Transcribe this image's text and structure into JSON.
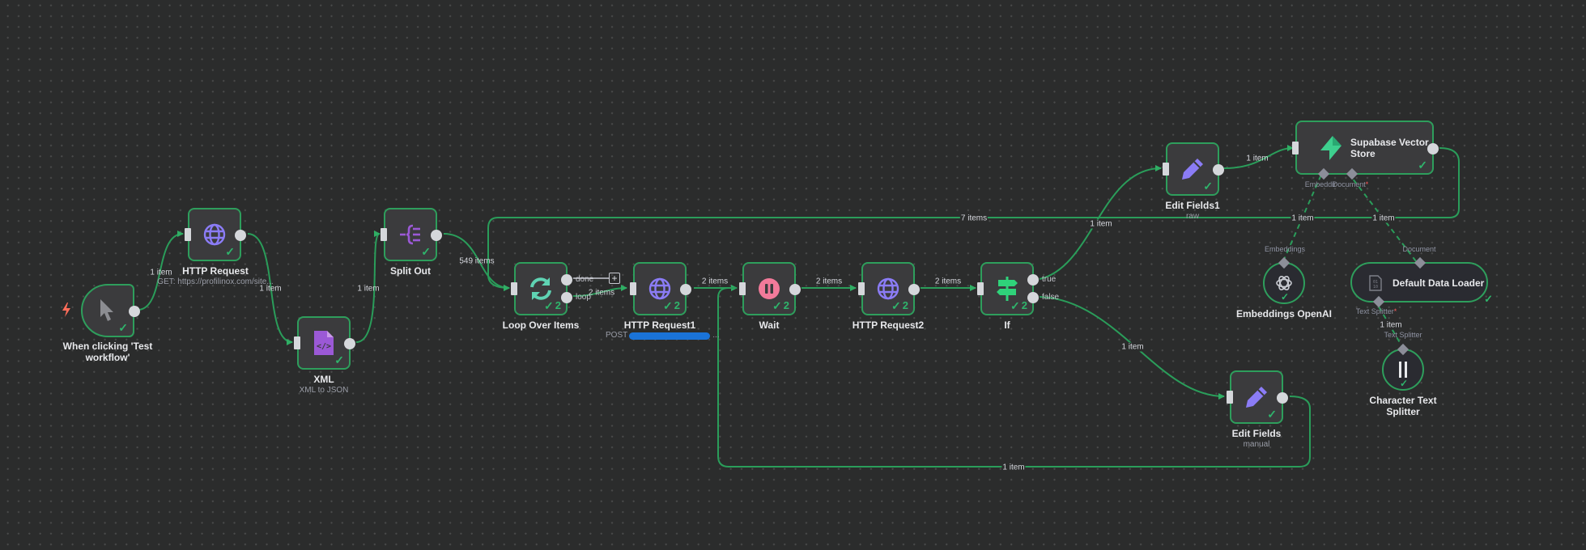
{
  "canvas": {
    "background": "#2b2c2c",
    "accent_green": "#2e9e5c",
    "edge_color": "#2a9d5a"
  },
  "nodes": {
    "trigger": {
      "title_line1": "When clicking 'Test",
      "title_line2": "workflow'",
      "icon": "cursor-icon",
      "status": "success"
    },
    "http_request": {
      "title": "HTTP Request",
      "subtitle": "GET: https://profilinox.com/site...",
      "icon": "globe-icon",
      "status": "success"
    },
    "xml": {
      "title": "XML",
      "subtitle": "XML to JSON",
      "icon": "xml-file-icon",
      "status": "success"
    },
    "split_out": {
      "title": "Split Out",
      "icon": "split-out-icon",
      "status": "success"
    },
    "loop_over_items": {
      "title": "Loop Over Items",
      "icon": "loop-icon",
      "run_count": "2",
      "outputs": [
        "done",
        "loop"
      ]
    },
    "http_request1": {
      "title": "HTTP Request1",
      "subtitle_prefix": "POST",
      "subtitle_suffix": "...",
      "icon": "globe-icon",
      "run_count": "2"
    },
    "wait": {
      "title": "Wait",
      "icon": "pause-icon",
      "run_count": "2"
    },
    "http_request2": {
      "title": "HTTP Request2",
      "icon": "globe-icon",
      "run_count": "2"
    },
    "if": {
      "title": "If",
      "icon": "signpost-icon",
      "run_count": "2",
      "outputs": [
        "true",
        "false"
      ]
    },
    "edit_fields1": {
      "title": "Edit Fields1",
      "subtitle": "raw",
      "icon": "pencil-icon",
      "status": "success"
    },
    "supabase": {
      "title_line1": "Supabase Vector",
      "title_line2": "Store",
      "icon": "supabase-icon",
      "status": "success",
      "ports": [
        "Embeddir",
        "Document"
      ],
      "required_mark": "*"
    },
    "embeddings_openai": {
      "title": "Embeddings OpenAI",
      "port_label": "Embeddings",
      "icon": "openai-icon",
      "status": "success"
    },
    "default_data_loader": {
      "title": "Default Data Loader",
      "port_label": "Document",
      "bottom_port": "Text Splitter",
      "required_mark": "*",
      "icon": "binary-file-icon",
      "status": "success"
    },
    "char_text_splitter": {
      "title_line1": "Character Text",
      "title_line2": "Splitter",
      "port_label": "Text Splitter",
      "icon": "splitter-icon",
      "status": "success"
    },
    "edit_fields": {
      "title": "Edit Fields",
      "subtitle": "manual",
      "icon": "pencil-icon",
      "status": "success"
    }
  },
  "edges": {
    "trigger_to_http": "1 item",
    "http_to_xml": "1 item",
    "xml_to_split": "1 item",
    "split_to_loop": "549 items",
    "loop_to_http1": "2 items",
    "http1_to_wait": "2 items",
    "wait_to_http2": "2 items",
    "http2_to_if": "2 items",
    "if_true_to_edit1": "1 item",
    "edit1_to_supabase": "1 item",
    "supabase_back_to_loop": "7 items",
    "embeddings_to_supabase": "1 item",
    "loader_to_supabase": "1 item",
    "splitter_to_loader": "1 item",
    "if_false_to_edit": "1 item",
    "edit_back_to_wait": "1 item"
  }
}
